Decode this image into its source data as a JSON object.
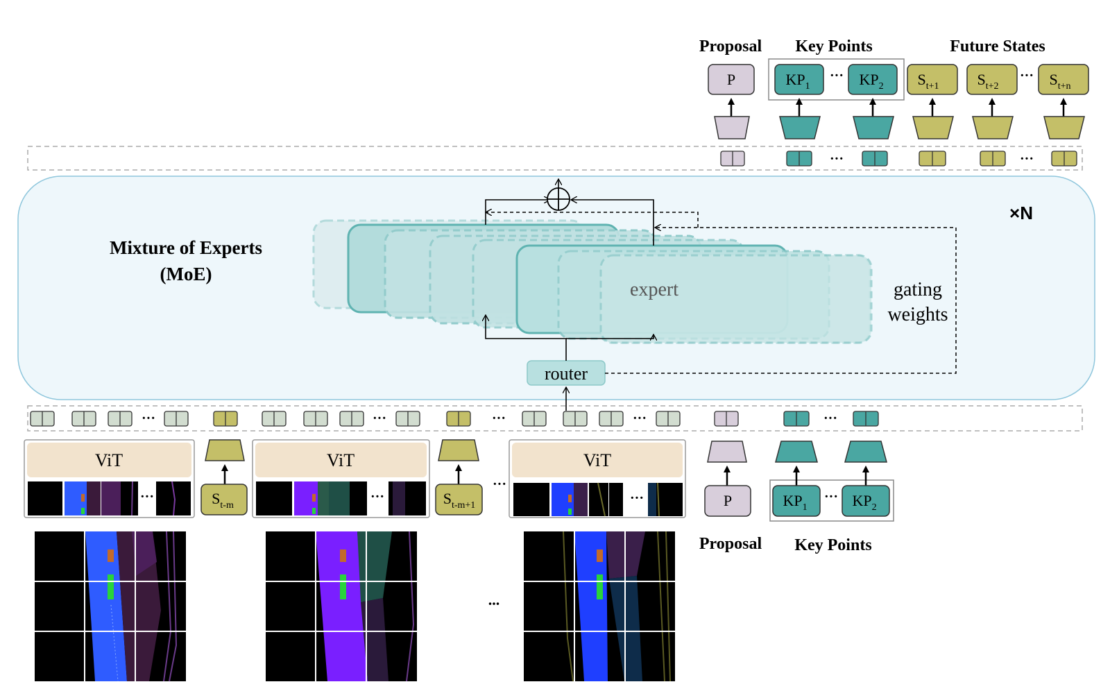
{
  "top_labels": {
    "proposal": "Proposal",
    "key_points": "Key Points",
    "future_states": "Future States"
  },
  "top_outputs": {
    "p": "P",
    "kp": "KP",
    "kp1_sub": "1",
    "kp2_sub": "2",
    "s": "S",
    "s1_sub": "t+1",
    "s2_sub": "t+2",
    "sn_sub": "t+n",
    "dots": "···"
  },
  "moe": {
    "title_line1": "Mixture of Experts",
    "title_line2": "(MoE)",
    "repeat": "×N",
    "expert_label": "expert",
    "router_label": "router",
    "gating_line1": "gating",
    "gating_line2": "weights"
  },
  "token_row": {
    "dots": "···"
  },
  "bottom": {
    "vit_label": "ViT",
    "s": "S",
    "s_tm_sub": "t-m",
    "s_tm1_sub": "t-m+1",
    "p": "P",
    "kp": "KP",
    "kp1_sub": "1",
    "kp2_sub": "2",
    "proposal_label": "Proposal",
    "key_points_label": "Key Points",
    "dots": "···",
    "dots_images": "..."
  },
  "colors": {
    "teal": "#4aa7a2",
    "teal_dark": "#2f7f7a",
    "olive": "#c4bf68",
    "lavender": "#d8cedb",
    "token_gray": "#d2ddd0",
    "panel_bg": "#eef7fb",
    "vit_bg": "#f2e3cd",
    "expert_fill": "#b8e0e0"
  }
}
